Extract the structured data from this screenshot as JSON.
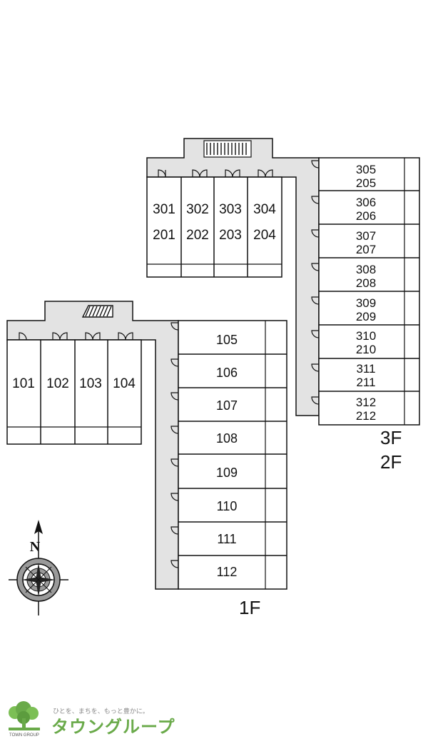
{
  "upper_building": {
    "west_units": [
      {
        "top": "301",
        "bottom": "201"
      },
      {
        "top": "302",
        "bottom": "202"
      },
      {
        "top": "303",
        "bottom": "203"
      },
      {
        "top": "304",
        "bottom": "204"
      }
    ],
    "east_units": [
      {
        "top": "305",
        "bottom": "205"
      },
      {
        "top": "306",
        "bottom": "206"
      },
      {
        "top": "307",
        "bottom": "207"
      },
      {
        "top": "308",
        "bottom": "208"
      },
      {
        "top": "309",
        "bottom": "209"
      },
      {
        "top": "310",
        "bottom": "210"
      },
      {
        "top": "311",
        "bottom": "211"
      },
      {
        "top": "312",
        "bottom": "212"
      }
    ],
    "floor_labels": [
      "3F",
      "2F"
    ]
  },
  "ground_building": {
    "west_units": [
      "101",
      "102",
      "103",
      "104"
    ],
    "east_units": [
      "105",
      "106",
      "107",
      "108",
      "109",
      "110",
      "111",
      "112"
    ],
    "floor_label": "1F"
  },
  "compass": {
    "north": "N"
  },
  "logo": {
    "tagline": "ひとを、まちを、もっと豊かに。",
    "brand": "タウングループ",
    "sub": "TOWN GROUP"
  },
  "colors": {
    "corridor": "#e3e3e3",
    "line": "#111111",
    "brand_green": "#6aaa4a"
  }
}
